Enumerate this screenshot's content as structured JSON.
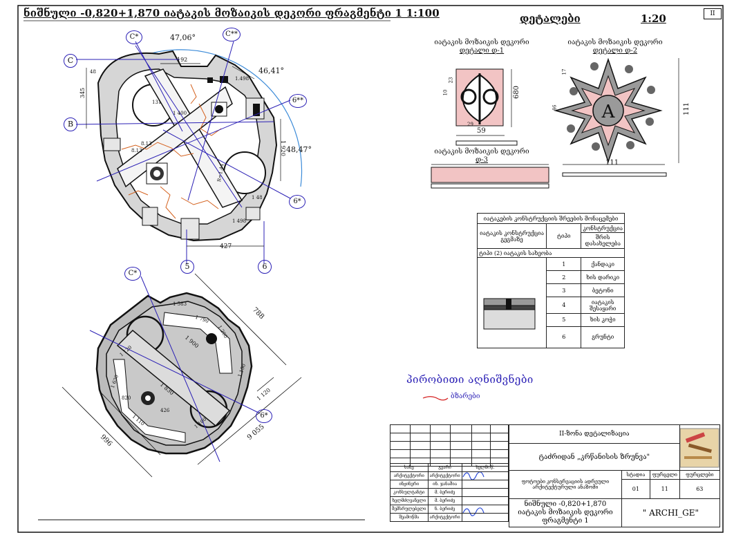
{
  "sheet": {
    "title": "ნიშნული -0,820+1,870 იატაკის მოზაიკის დეკორი ფრაგმენტი 1 1:100",
    "details_title": "დეტალები",
    "details_scale": "1:20",
    "sheet_label": "II"
  },
  "plan_top": {
    "axes": [
      "C*",
      "C**",
      "C",
      "B",
      "6**",
      "6*",
      "5",
      "6"
    ],
    "angles": [
      "47,06°",
      "46,41°",
      "48,47°"
    ],
    "dims": [
      "192",
      "345",
      "427",
      "1 920",
      "48",
      "1 48",
      "8.13",
      "8.13",
      "R=1.44",
      "1.498",
      "1 400",
      "1 498",
      "131"
    ]
  },
  "plan_bottom": {
    "axes": [
      "C*",
      "6*"
    ],
    "dims": [
      "788",
      "996",
      "9 055",
      "1 120",
      "1 900",
      "1 830",
      "1 120",
      "1 100",
      "1 790",
      "1 583",
      "1 200",
      "426",
      "820",
      "1 110",
      "1 630",
      "1 150"
    ]
  },
  "details": [
    {
      "caption_l1": "იატაკის მოზაიკის დეკორი",
      "caption_l2": "დეტალი დ-1",
      "dims": [
        "680",
        "59",
        "29",
        "10",
        "23"
      ]
    },
    {
      "caption_l1": "იატაკის მოზაიკის დეკორი",
      "caption_l2": "დეტალი დ-2",
      "dims": [
        "111",
        "17",
        "46",
        "111"
      ]
    },
    {
      "caption_l1": "იატაკის მოზაიკის დეკორი",
      "caption_l2": "დ-3",
      "dims": []
    }
  ],
  "materials_table": {
    "title": "იატაკების კონსტრუქციის შრეების მონაცემები",
    "col_floor": "იატაკის კონსტრუქცია გეგმაზე",
    "col_scheme": "ტიპი",
    "col_construct": "კონსტრუქცია",
    "col_name": "შრის დასახელება",
    "type_row": "ტიპი (2) იატაკის სახეობა",
    "rows": [
      {
        "n": "1",
        "name": "ქანდაკი"
      },
      {
        "n": "2",
        "name": "ხის დარიკი"
      },
      {
        "n": "3",
        "name": "ბეტონი"
      },
      {
        "n": "4",
        "name": "იატაკის შესაყარი"
      },
      {
        "n": "5",
        "name": "ხის კოჭი"
      },
      {
        "n": "6",
        "name": "გრუნტი"
      }
    ]
  },
  "legend": {
    "heading": "პირობითი აღნიშვნები",
    "item": "ბზარები"
  },
  "title_block": {
    "org": "II-ზონა დეტალიზაცია",
    "project": "ტაძრიდან „კრწანისის ზრუნვა\"",
    "part": "ფოტოები კონსერვაციის ადრეული არქიტექტურული ანაზომი",
    "col_stage": "სტადია",
    "col_sheet": "ფურცელი",
    "col_sheets": "ფურცლები",
    "stage": "01",
    "sheet": "11",
    "sheets": "63",
    "drawing": "ნიშნული -0,820+1,870 იატაკის მოზაიკის დეკორი ფრაგმენტი 1",
    "company": "\" ARCHI_GE\"",
    "roles": [
      {
        "role": "სახე",
        "name": "გვარი",
        "sig": "ხელმოწ."
      },
      {
        "role": "არქიტექტორი",
        "name": "არქიტექტორი",
        "sig": ""
      },
      {
        "role": "ინჟინერი",
        "name": "ინ. ჯანაშია",
        "sig": ""
      },
      {
        "role": "კონსულტანტი",
        "name": "მ. ბერიძე",
        "sig": ""
      },
      {
        "role": "ხელმძღვანელი",
        "name": "მ. ბერიძე",
        "sig": ""
      },
      {
        "role": "შემსრულებელი",
        "name": "ნ. ბერიძე",
        "sig": ""
      },
      {
        "role": "შეამოწმა",
        "name": "არქიტექტორი",
        "sig": ""
      }
    ]
  }
}
